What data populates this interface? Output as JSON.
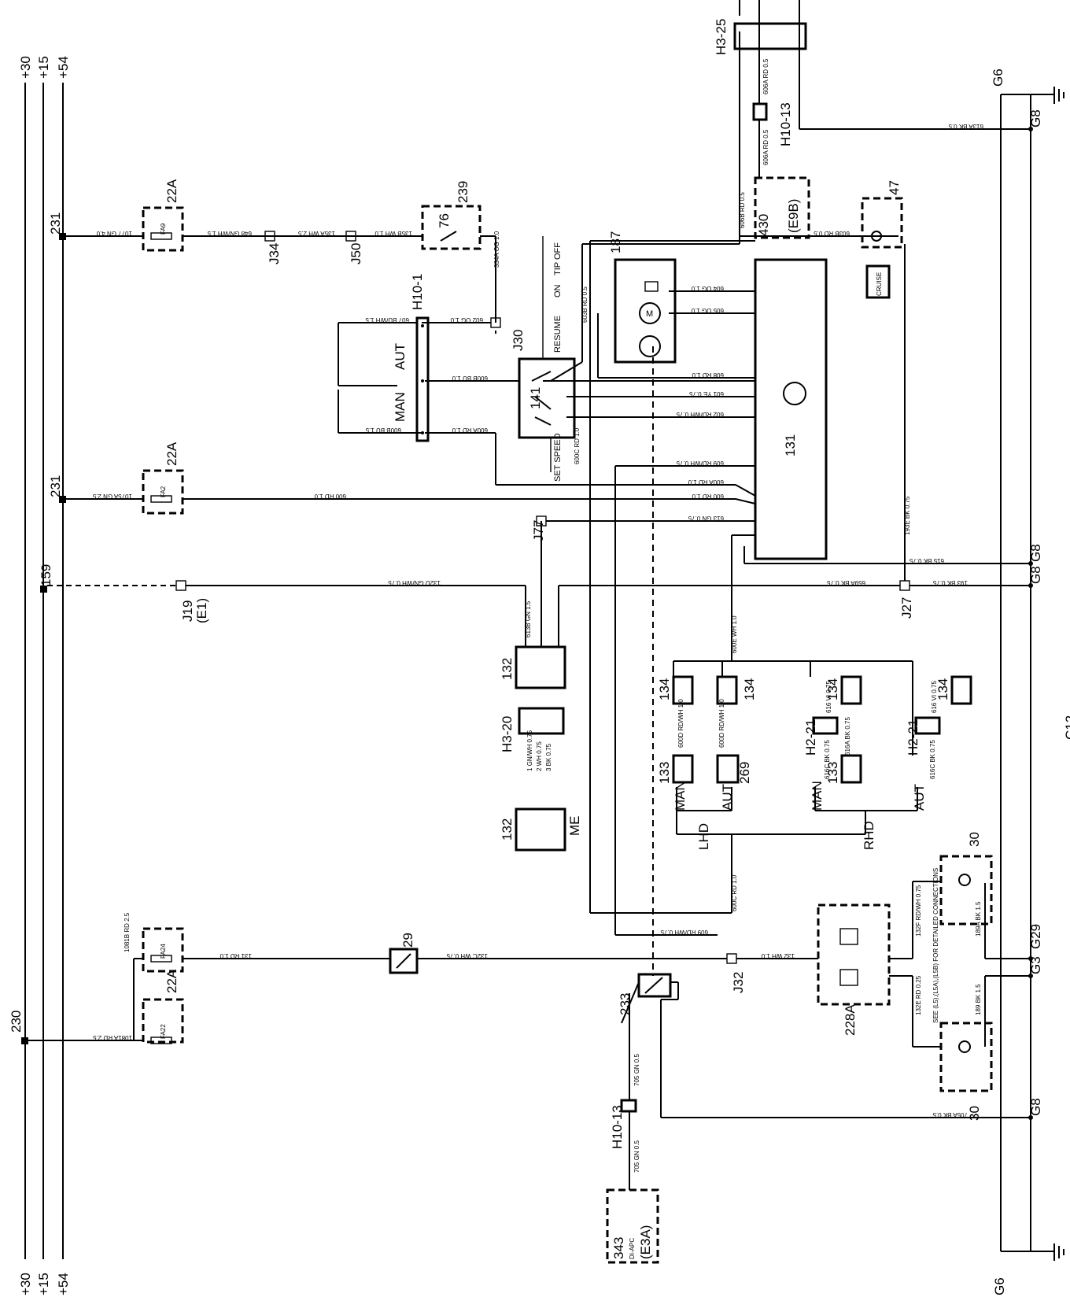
{
  "rails": {
    "top": [
      "+30",
      "+15",
      "+54"
    ],
    "bottom": [
      "+30",
      "+15",
      "+54"
    ]
  },
  "ground_rails": {
    "g6_top": "G6",
    "g6_bottom": "G6",
    "c12": "C12"
  },
  "grounds": {
    "g8a": "G8",
    "g8b": "G8",
    "g8c": "G8",
    "g8d": "G8",
    "g29": "G29",
    "g3": "G3"
  },
  "splices": {
    "s231a": "231",
    "s231b": "231",
    "s159": "159",
    "s230": "230"
  },
  "fuses": {
    "f1": {
      "ref": "22A",
      "code": "FA9"
    },
    "f2": {
      "ref": "22A",
      "code": "FA2"
    },
    "f3": {
      "ref": "22A",
      "code": "FA24"
    },
    "f4": {
      "ref": "22A",
      "code": "FA22"
    }
  },
  "connectors": {
    "j34": "J34",
    "j50": "J50",
    "j30": "J30",
    "j77": "J77",
    "j19": "J19",
    "j19b": "(E1)",
    "j27": "J27",
    "j32": "J32",
    "h10_1": "H10-1",
    "h10_13a": "H10-13",
    "h10_13b": "H10-13",
    "h3_25": "H3-25",
    "h3_20": "H3-20",
    "h2_21a": "H2-21",
    "h2_21b": "H2-21"
  },
  "components": {
    "c239": "239",
    "c76": "76",
    "c187": "187",
    "c141": "141",
    "c131": "131",
    "c132a": "132",
    "c132b": "132",
    "me": "ME",
    "c133a": "133",
    "c133b": "133",
    "c134a": "134",
    "c134b": "134",
    "c134c": "134",
    "c134d": "134",
    "c269": "269",
    "c29": "29",
    "c233": "233",
    "c228a": "228A",
    "c30a": "30",
    "c30b": "30",
    "c47": "47",
    "c430": "430",
    "c430b": "(E9B)",
    "c343": "343",
    "c343b": "DI-APC",
    "c343c": "(E3A)",
    "cruise": "CRUISE"
  },
  "switch_labels": {
    "man": "MAN",
    "aut": "AUT",
    "resume": "RESUME",
    "on": "ON",
    "tip_off": "TIP OFF",
    "set_speed": "SET SPEED",
    "lhd": "LHD",
    "rhd": "RHD",
    "man2": "MAN",
    "aut2": "AUT",
    "man3": "MAN",
    "aut3": "AUT"
  },
  "wires": {
    "w1077": "1077 GN 4.0",
    "w648": "648 GN/WH 1.5",
    "w135a": "135A WH 2.5",
    "w135b": "135B WH 1.0",
    "w334a": "334A OG 1.0",
    "w607": "607 BU/WH 1.5",
    "w602og": "602 OG 1.0",
    "w600b": "600B BU 1.0",
    "w600bb": "600B BU 1.5",
    "w600a": "600A RD 1.0",
    "w603b": "603B RD 0.5",
    "w604": "604 OG 1.0",
    "w605": "605 OG 1.0",
    "w608": "608 RD 1.0",
    "w601": "601 YE 0.75",
    "w602": "602 RD/WH 0.75",
    "w600c": "600C RD 1.0",
    "w609": "609 RD/WH 0.75",
    "w600aa": "600A RD 1.0",
    "w600": "600 RD 1.0",
    "w613": "613 GN 0.75",
    "w1075a": "1075A GN 2.5",
    "w615": "615 BK 0.75",
    "w193": "193 BK 0.75",
    "w193e": "193E BK 0.75",
    "w659a": "659A BK 0.75",
    "w132u": "132U GN/WH 0.75",
    "w613b": "613B GN 1.5",
    "w600e": "600E WH 1.0",
    "w1gn": "1 GN/WH 0.75",
    "w2wh": "2 WH 0.75",
    "w3bk": "3 BK 0.75",
    "w600d": "600D RD/WH 1.0",
    "w600d2": "600D RD/WH 1.0",
    "w616": "616 VI 0.75",
    "w616b": "616 VI 0.75",
    "w616a": "616A BK 0.75",
    "w616c": "616C BK 0.75",
    "w616c2": "616C BK 0.75",
    "w600c2": "600C RD 1.0",
    "w131": "131 RD 1.0",
    "w132c": "132C WH 0.75",
    "w132": "132 WH 1.0",
    "w609b": "609 RD/WH 0.75",
    "w132f": "132F RD/WH 0.75",
    "w132e": "132E RD 0.25",
    "w189a": "189A BK 1.5",
    "w189": "189 BK 1.5",
    "w1081b": "1081B RD 2.5",
    "w1081a": "1081A RD 2.5",
    "w705": "705 GN 0.5",
    "w705b": "705 GN 0.5",
    "w705a": "705A BK 0.5",
    "w613a": "613A BK 0.5",
    "w606b": "606B RD 0.5",
    "w606a": "606A RD 0.5",
    "w603": "603B RD 0.5",
    "w606a2": "606A RD 0.5",
    "see": "SEE (L5),(L5A),(L5B) FOR DETAILED CONNECTIONS"
  }
}
